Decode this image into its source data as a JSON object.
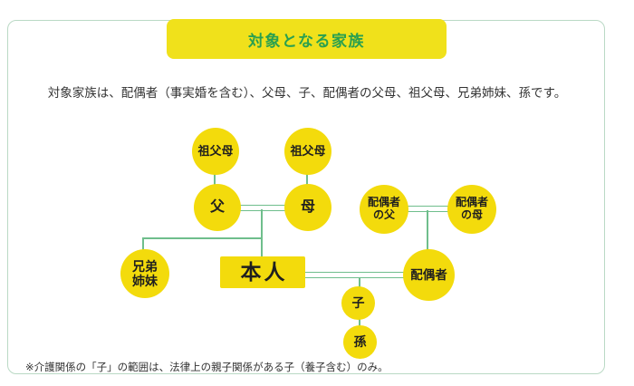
{
  "header": {
    "title": "対象となる家族"
  },
  "intro": "対象家族は、配偶者（事実婚を含む）、父母、子、配偶者の父母、祖父母、兄弟姉妹、孫です。",
  "footnote": "※介護関係の「子」の範囲は、法律上の親子関係がある子（養子含む）のみ。",
  "colors": {
    "yellow": "#F3DB0C",
    "header_yellow": "#F0E11B",
    "green_text": "#2AA04F",
    "line_green": "#6FBE8C",
    "border_green": "#BAD9C5",
    "text": "#333333"
  },
  "diagram": {
    "nodes": [
      {
        "id": "grandparents-left",
        "lines": [
          "祖父母"
        ]
      },
      {
        "id": "grandparents-right",
        "lines": [
          "祖父母"
        ]
      },
      {
        "id": "father",
        "lines": [
          "父"
        ]
      },
      {
        "id": "mother",
        "lines": [
          "母"
        ]
      },
      {
        "id": "spouse-father",
        "lines": [
          "配偶者",
          "の父"
        ]
      },
      {
        "id": "spouse-mother",
        "lines": [
          "配偶者",
          "の母"
        ]
      },
      {
        "id": "siblings",
        "lines": [
          "兄弟",
          "姉妹"
        ]
      },
      {
        "id": "self",
        "lines": [
          "本人"
        ]
      },
      {
        "id": "spouse",
        "lines": [
          "配偶者"
        ]
      },
      {
        "id": "child",
        "lines": [
          "子"
        ]
      },
      {
        "id": "grandchild",
        "lines": [
          "孫"
        ]
      }
    ]
  }
}
